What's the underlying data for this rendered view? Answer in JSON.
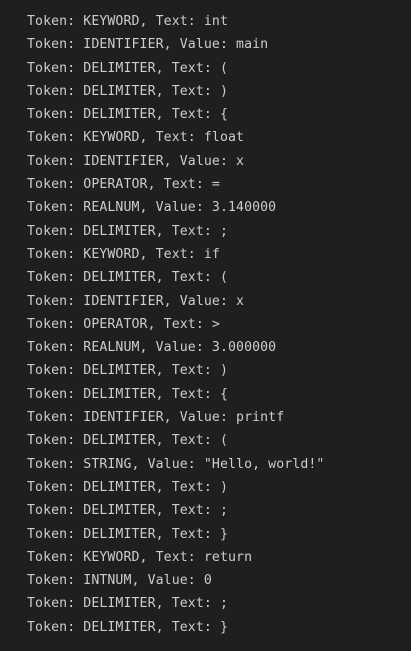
{
  "terminal": {
    "lines": [
      "Token: KEYWORD, Text: int",
      "Token: IDENTIFIER, Value: main",
      "Token: DELIMITER, Text: (",
      "Token: DELIMITER, Text: )",
      "Token: DELIMITER, Text: {",
      "Token: KEYWORD, Text: float",
      "Token: IDENTIFIER, Value: x",
      "Token: OPERATOR, Text: =",
      "Token: REALNUM, Value: 3.140000",
      "Token: DELIMITER, Text: ;",
      "Token: KEYWORD, Text: if",
      "Token: DELIMITER, Text: (",
      "Token: IDENTIFIER, Value: x",
      "Token: OPERATOR, Text: >",
      "Token: REALNUM, Value: 3.000000",
      "Token: DELIMITER, Text: )",
      "Token: DELIMITER, Text: {",
      "Token: IDENTIFIER, Value: printf",
      "Token: DELIMITER, Text: (",
      "Token: STRING, Value: \"Hello, world!\"",
      "Token: DELIMITER, Text: )",
      "Token: DELIMITER, Text: ;",
      "Token: DELIMITER, Text: }",
      "Token: KEYWORD, Text: return",
      "Token: INTNUM, Value: 0",
      "Token: DELIMITER, Text: ;",
      "Token: DELIMITER, Text: }"
    ]
  }
}
